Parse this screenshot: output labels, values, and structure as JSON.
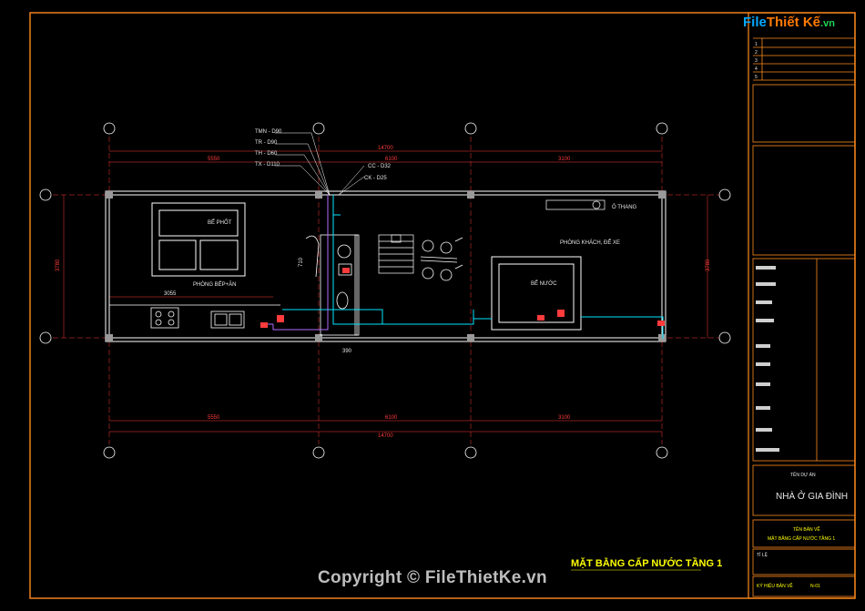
{
  "logo": {
    "part1": "File",
    "part2": "Thiết Kế",
    "part3": ".vn"
  },
  "watermark": "Copyright © FileThietKe.vn",
  "drawing_title": "MẶT BẰNG CẤP NƯỚC TẦNG 1",
  "rooms": {
    "septic_tank": "BỂ PHỐT",
    "kitchen": "PHÒNG BẾP+ĂN",
    "garage": "PHÒNG KHÁCH, ĐỂ XE",
    "water_tank": "BỂ NƯỚC",
    "stair_area": "Ô THANG"
  },
  "pipe_labels": [
    "TMN - D90",
    "TR - D90",
    "TH - D60",
    "TX - D110",
    "CC - D32",
    "CK - D25"
  ],
  "dimensions": {
    "top_total": "14700",
    "top_left": "5550",
    "top_mid": "6100",
    "top_right": "3100",
    "bottom_total": "14700",
    "bottom_left": "5550",
    "bottom_mid": "6100",
    "bottom_right": "3100",
    "left_side": "3780",
    "right_side": "3780",
    "kitchen_width": "3055",
    "small": "390",
    "wc": "710"
  },
  "title_block": {
    "revision_rows": [
      "1",
      "2",
      "3",
      "4",
      "5"
    ],
    "project_name": "NHÀ Ở GIA ĐÌNH",
    "project_label": "TÊN DỰ ÁN",
    "sheet_label": "TÊN BẢN VẼ",
    "sheet_name": "MẶT BẰNG CẤP NƯỚC TẦNG 1",
    "scale_label": "TỈ LỆ",
    "sheet_no_label": "KÝ HIỆU BẢN VẼ",
    "sheet_no": "N-01"
  },
  "colors": {
    "frame": "#ff8a1e",
    "grid": "#ff3b3b",
    "wall": "#ffffff",
    "cold_pipe": "#00e5ff",
    "hot_pipe": "#b36bff",
    "title": "#ffff00"
  }
}
